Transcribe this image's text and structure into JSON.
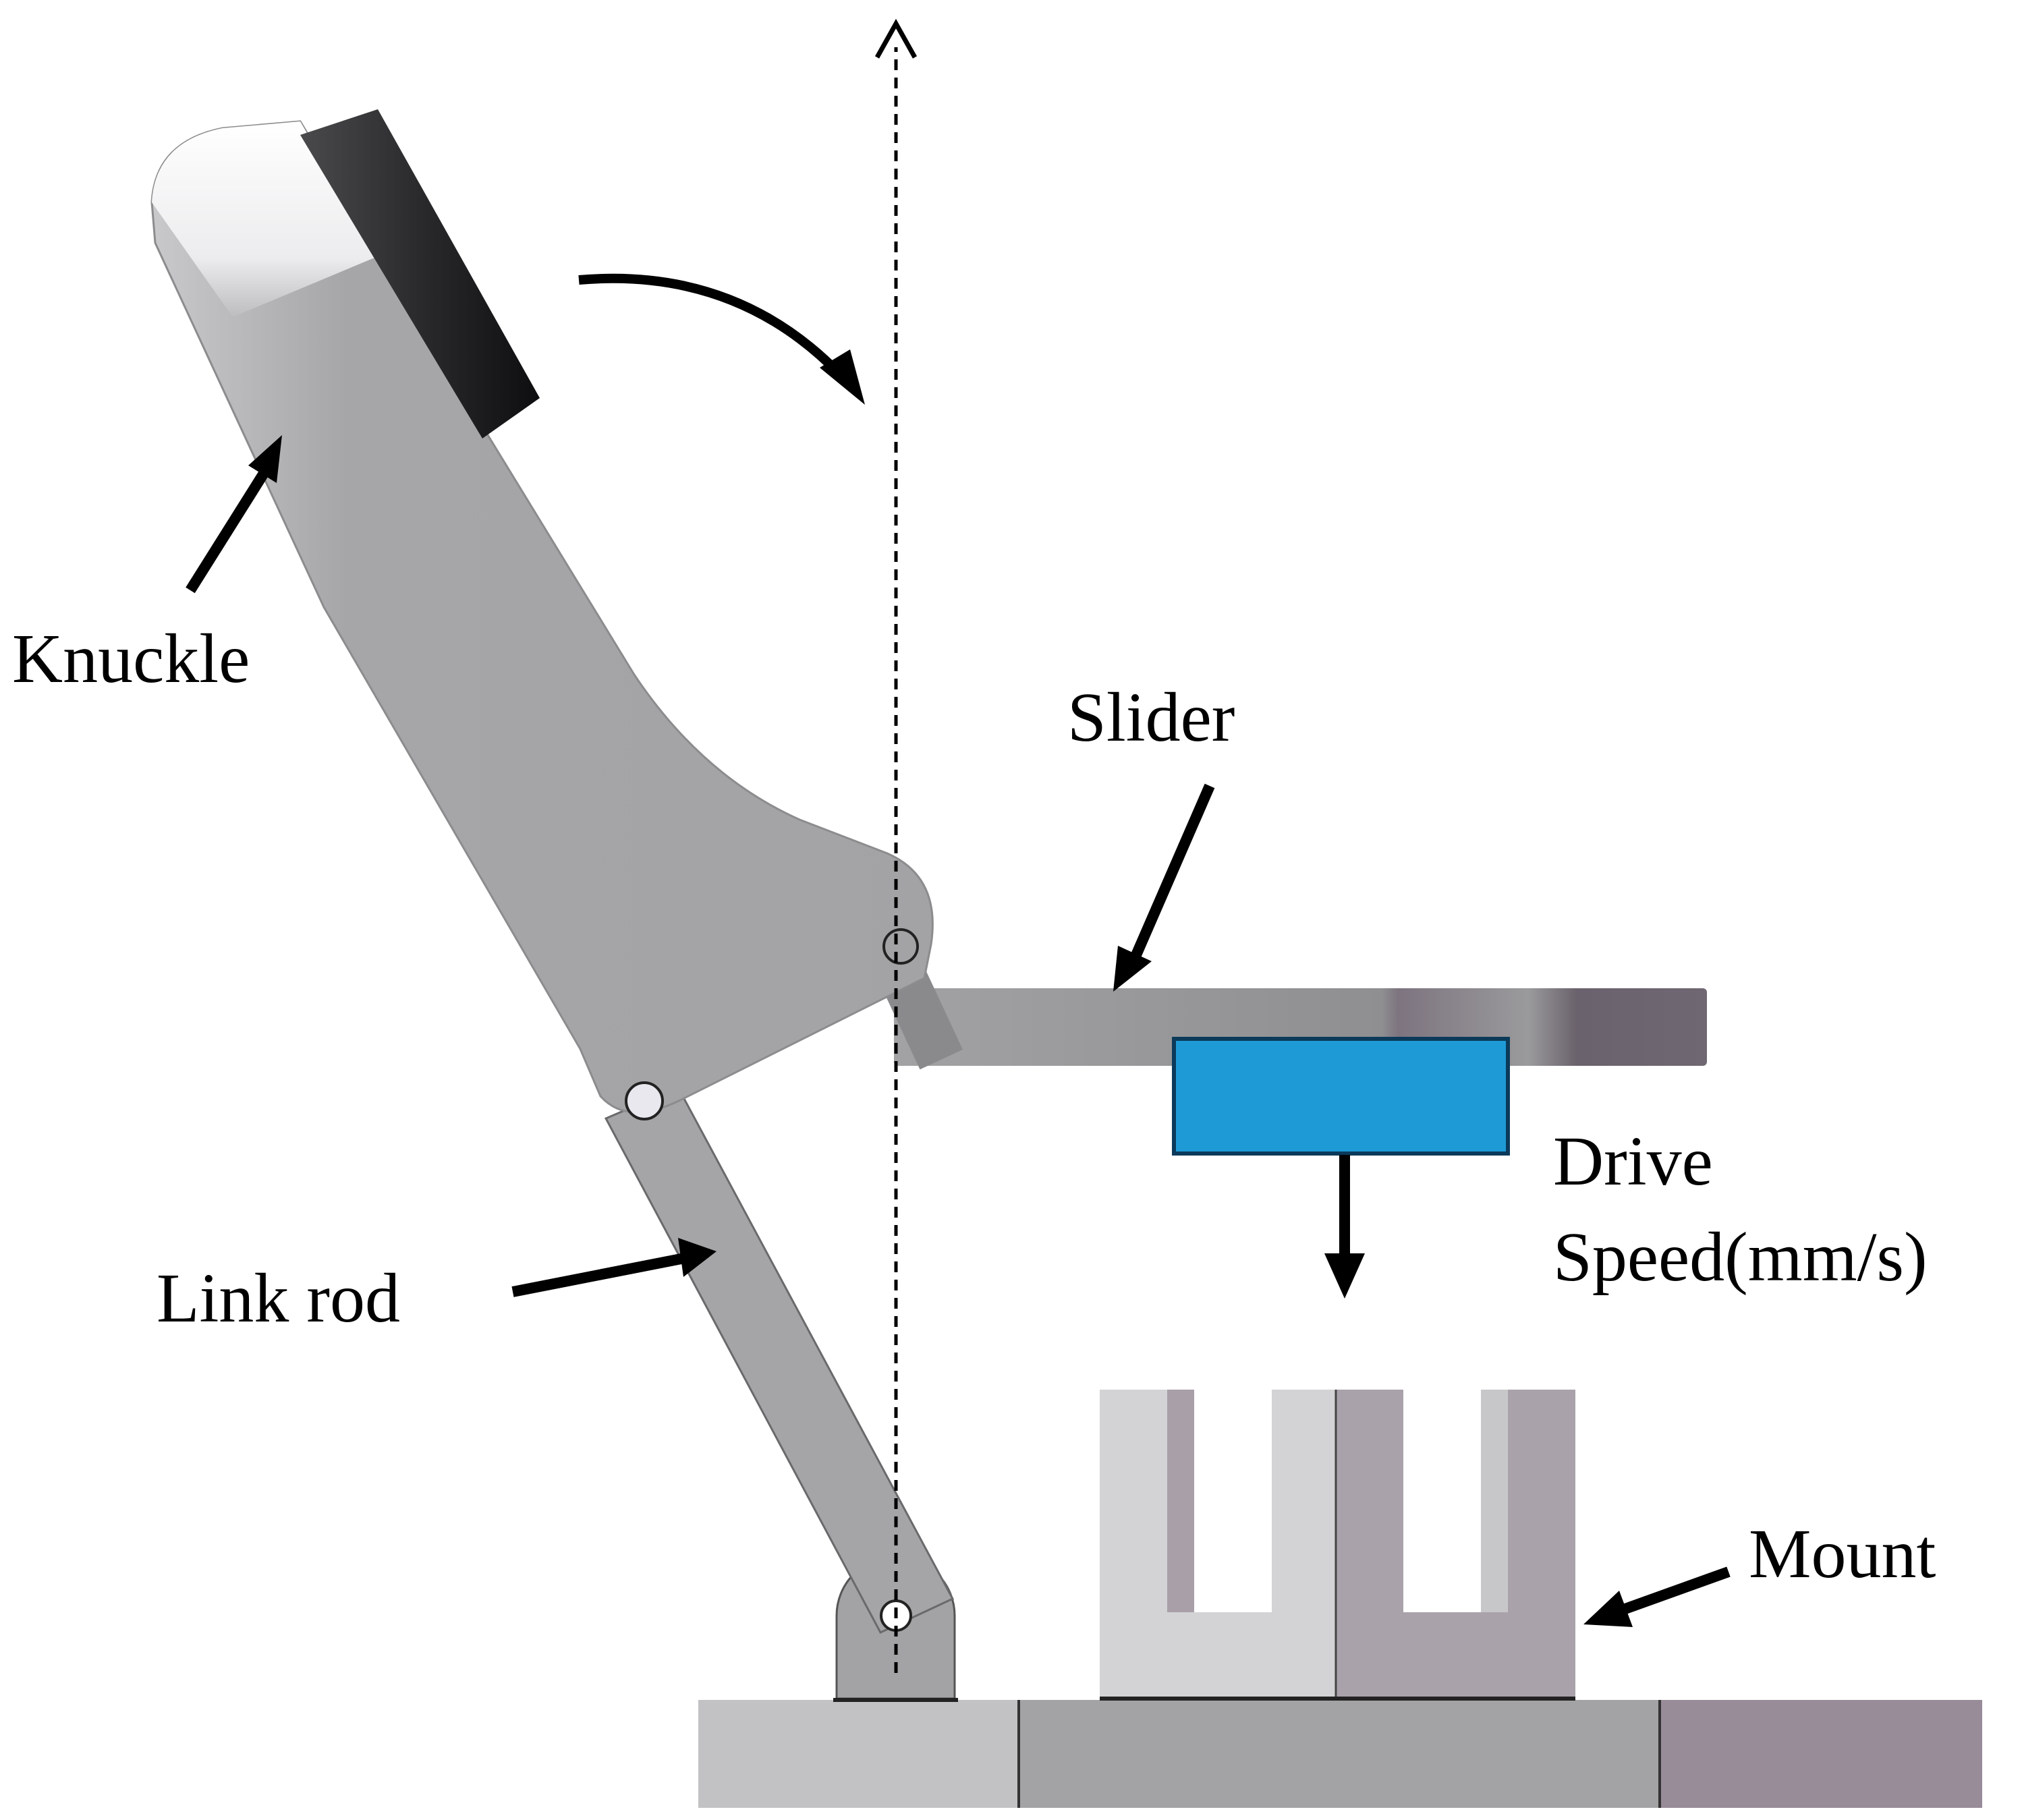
{
  "labels": {
    "knuckle": "Knuckle",
    "slider": "Slider",
    "link_rod": "Link rod",
    "drive_line1": "Drive",
    "drive_line2": "Speed(mm/s)",
    "mount": "Mount"
  },
  "colors": {
    "background": "#ffffff",
    "knuckle_body": "#a6a6a8",
    "knuckle_highlight": "#f2f2f4",
    "knuckle_pad": "#1e1e20",
    "link_rod": "#a5a5a7",
    "slider_bar": "#9c9c9e",
    "slider_end": "#6e6670",
    "drive_block": "#1e9bd7",
    "drive_block_border": "#0b3a5a",
    "base_left": "#c2c2c4",
    "base_mid": "#a3a3a5",
    "base_right": "#988c99",
    "mount_left": "#d3d3d5",
    "mount_right": "#aaa2ab",
    "pivot_fill": "#e8e8ee",
    "arrow": "#000000"
  },
  "icons": {
    "reference_axis": "dashed-vertical-arrow-icon",
    "rotation": "curved-arrow-icon",
    "drive_direction": "down-arrow-icon",
    "pointer": "pointer-arrow-icon"
  }
}
